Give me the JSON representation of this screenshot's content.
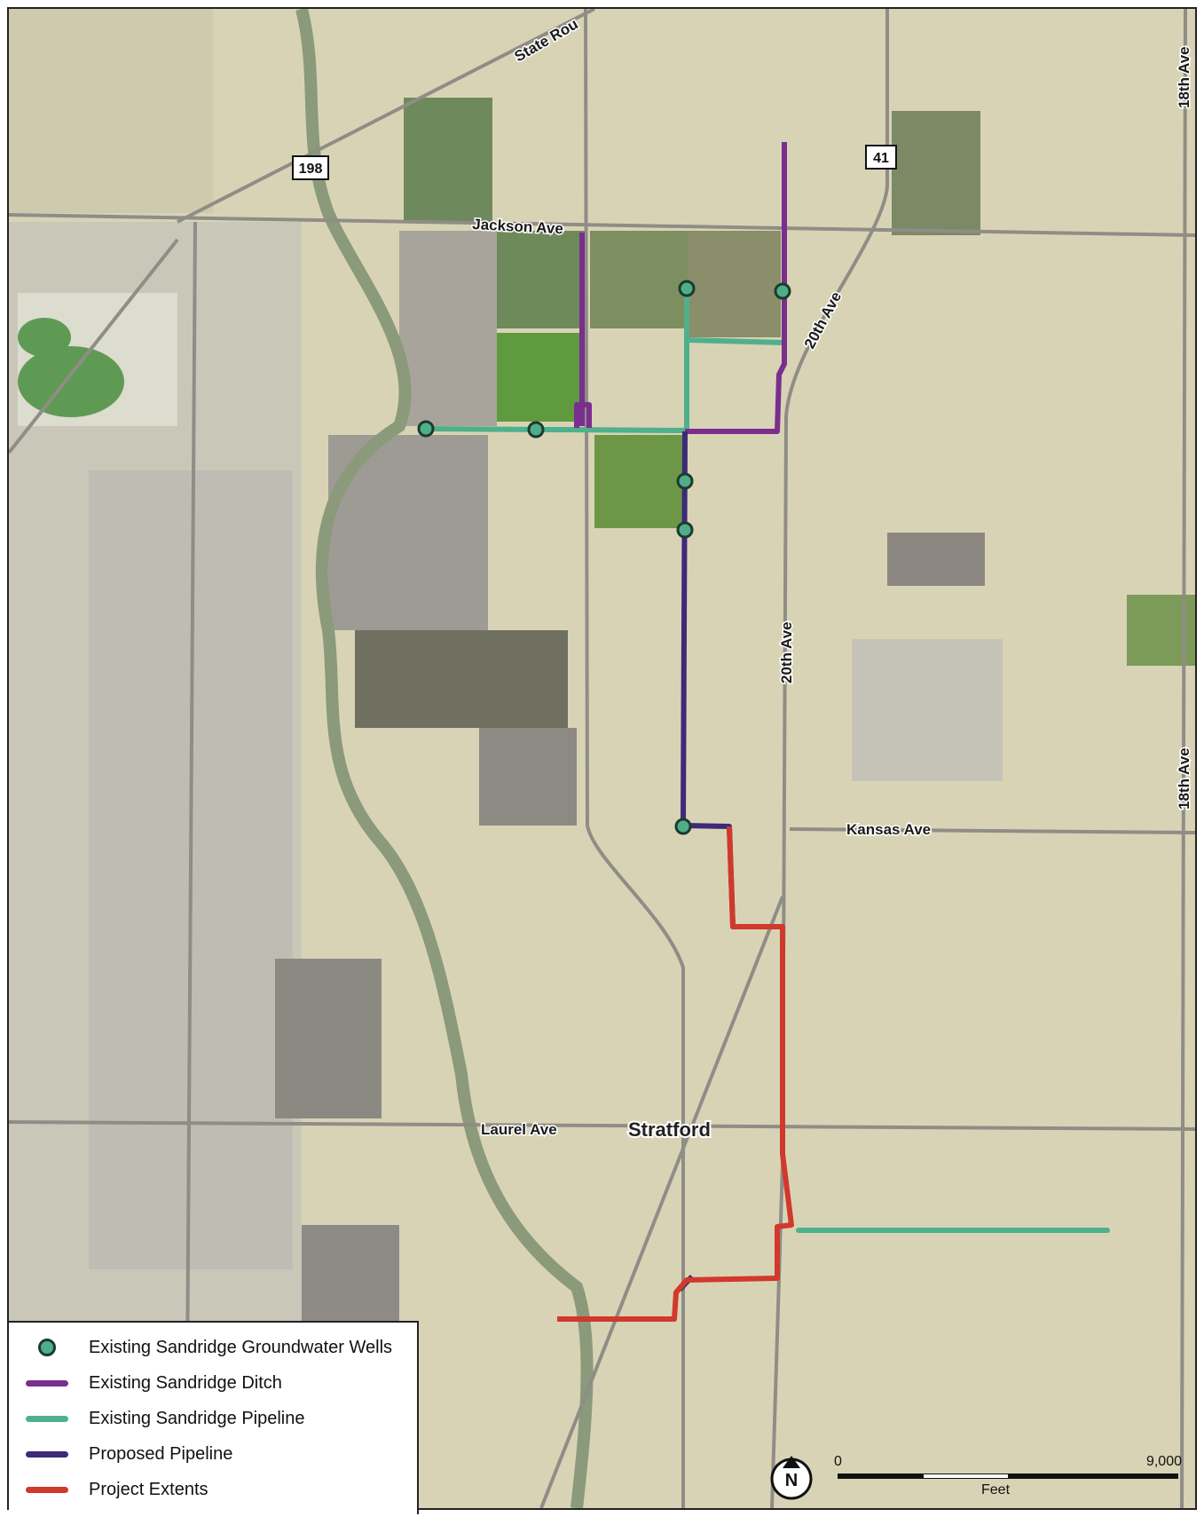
{
  "roads": {
    "state_route": "State Rou",
    "jackson": "Jackson Ave",
    "twentieth_ne": "20th Ave",
    "twentieth_mid": "20th Ave",
    "eighteenth_top": "18th Ave",
    "eighteenth_mid": "18th Ave",
    "kansas": "Kansas Ave",
    "laurel": "Laurel Ave"
  },
  "shields": {
    "hwy198": "198",
    "hwy41": "41"
  },
  "town": "Stratford",
  "legend": [
    {
      "label": "Existing Sandridge Groundwater Wells",
      "symbol": "dot",
      "color": "#4fae8a"
    },
    {
      "label": "Existing Sandridge Ditch",
      "symbol": "line",
      "color": "#7a2e8e"
    },
    {
      "label": "Existing Sandridge Pipeline",
      "symbol": "line",
      "color": "#4fb08c"
    },
    {
      "label": "Proposed Pipeline",
      "symbol": "line",
      "color": "#3d2a78"
    },
    {
      "label": "Project Extents",
      "symbol": "line",
      "color": "#d0392b"
    }
  ],
  "north_arrow": "N",
  "scale": {
    "start": "0",
    "end": "9,000",
    "unit": "Feet"
  },
  "colors": {
    "ditch": "#7a2e8e",
    "pipeline": "#4fb08c",
    "proposed": "#3d2a78",
    "project": "#d0392b",
    "well_fill": "#4fae8a",
    "well_stroke": "#1d3a2e"
  }
}
